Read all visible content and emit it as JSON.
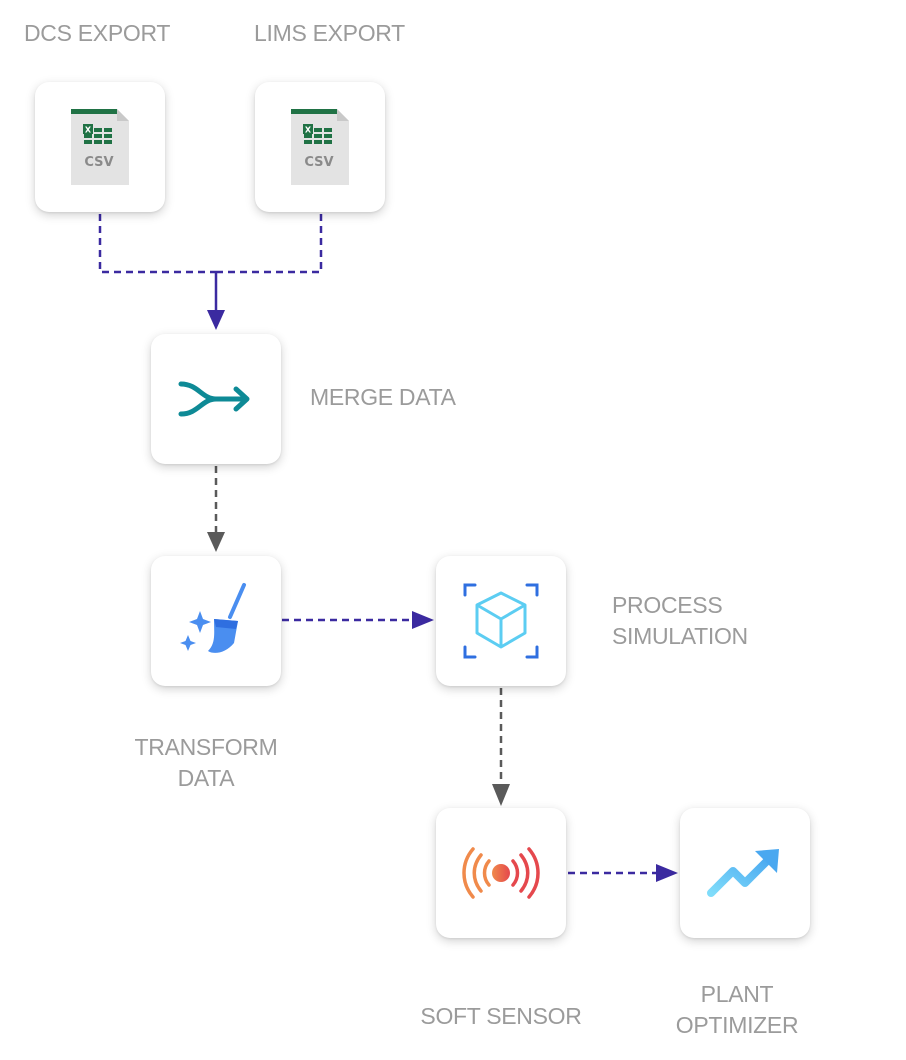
{
  "nodes": {
    "dcs_export": {
      "label": "DCS EXPORT",
      "icon_text": "CSV",
      "icon": "csv-file-icon"
    },
    "lims_export": {
      "label": "LIMS EXPORT",
      "icon_text": "CSV",
      "icon": "csv-file-icon"
    },
    "merge_data": {
      "label": "MERGE DATA",
      "icon": "merge-arrow-icon"
    },
    "transform_data": {
      "line1": "TRANSFORM",
      "line2": "DATA",
      "icon": "broom-sparkle-icon"
    },
    "process_simulation": {
      "line1": "PROCESS",
      "line2": "SIMULATION",
      "icon": "3d-cube-icon"
    },
    "soft_sensor": {
      "label": "SOFT SENSOR",
      "icon": "signal-broadcast-icon"
    },
    "plant_optimizer": {
      "line1": "PLANT",
      "line2": "OPTIMIZER",
      "icon": "trend-up-icon"
    }
  },
  "colors": {
    "label_text": "#9b9b9b",
    "edge_purple": "#3b2aa0",
    "edge_gray": "#5a5a5a",
    "excel_green": "#207245",
    "merge_teal": "#0e8a96",
    "broom_blue": "#4a8ef0",
    "cube_cyan": "#5ccdf2",
    "cube_blue_corners": "#2f6fe0",
    "sensor_red": "#e5484d",
    "sensor_orange": "#f08a4b",
    "trend_light_blue": "#7fdcfa",
    "trend_blue": "#4aa8f0"
  }
}
